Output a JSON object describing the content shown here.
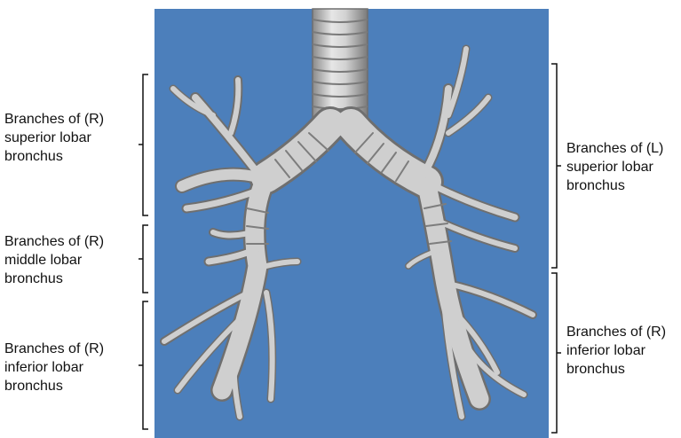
{
  "labels": {
    "right_superior": {
      "line1": "Branches of (R)",
      "line2": "superior lobar",
      "line3": "bronchus"
    },
    "right_middle": {
      "line1": "Branches of (R)",
      "line2": "middle lobar",
      "line3": "bronchus"
    },
    "right_inferior": {
      "line1": "Branches of (R)",
      "line2": "inferior lobar",
      "line3": "bronchus"
    },
    "left_superior": {
      "line1": "Branches of (L)",
      "line2": "superior lobar",
      "line3": "bronchus"
    },
    "left_inferior": {
      "line1": "Branches of (R)",
      "line2": "inferior lobar",
      "line3": "bronchus"
    }
  },
  "colors": {
    "background_panel": "#4c7fbb",
    "airway": "#c9c9c9",
    "airway_edge": "#6f6f6f"
  }
}
